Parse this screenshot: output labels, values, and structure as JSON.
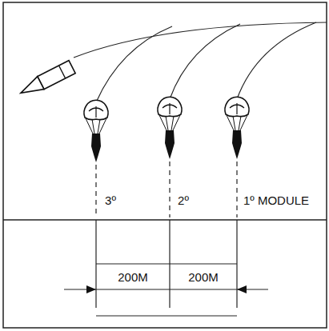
{
  "diagram": {
    "labels": [
      "3º",
      "2º",
      "1º MODULE",
      "200M",
      "200M"
    ]
  }
}
